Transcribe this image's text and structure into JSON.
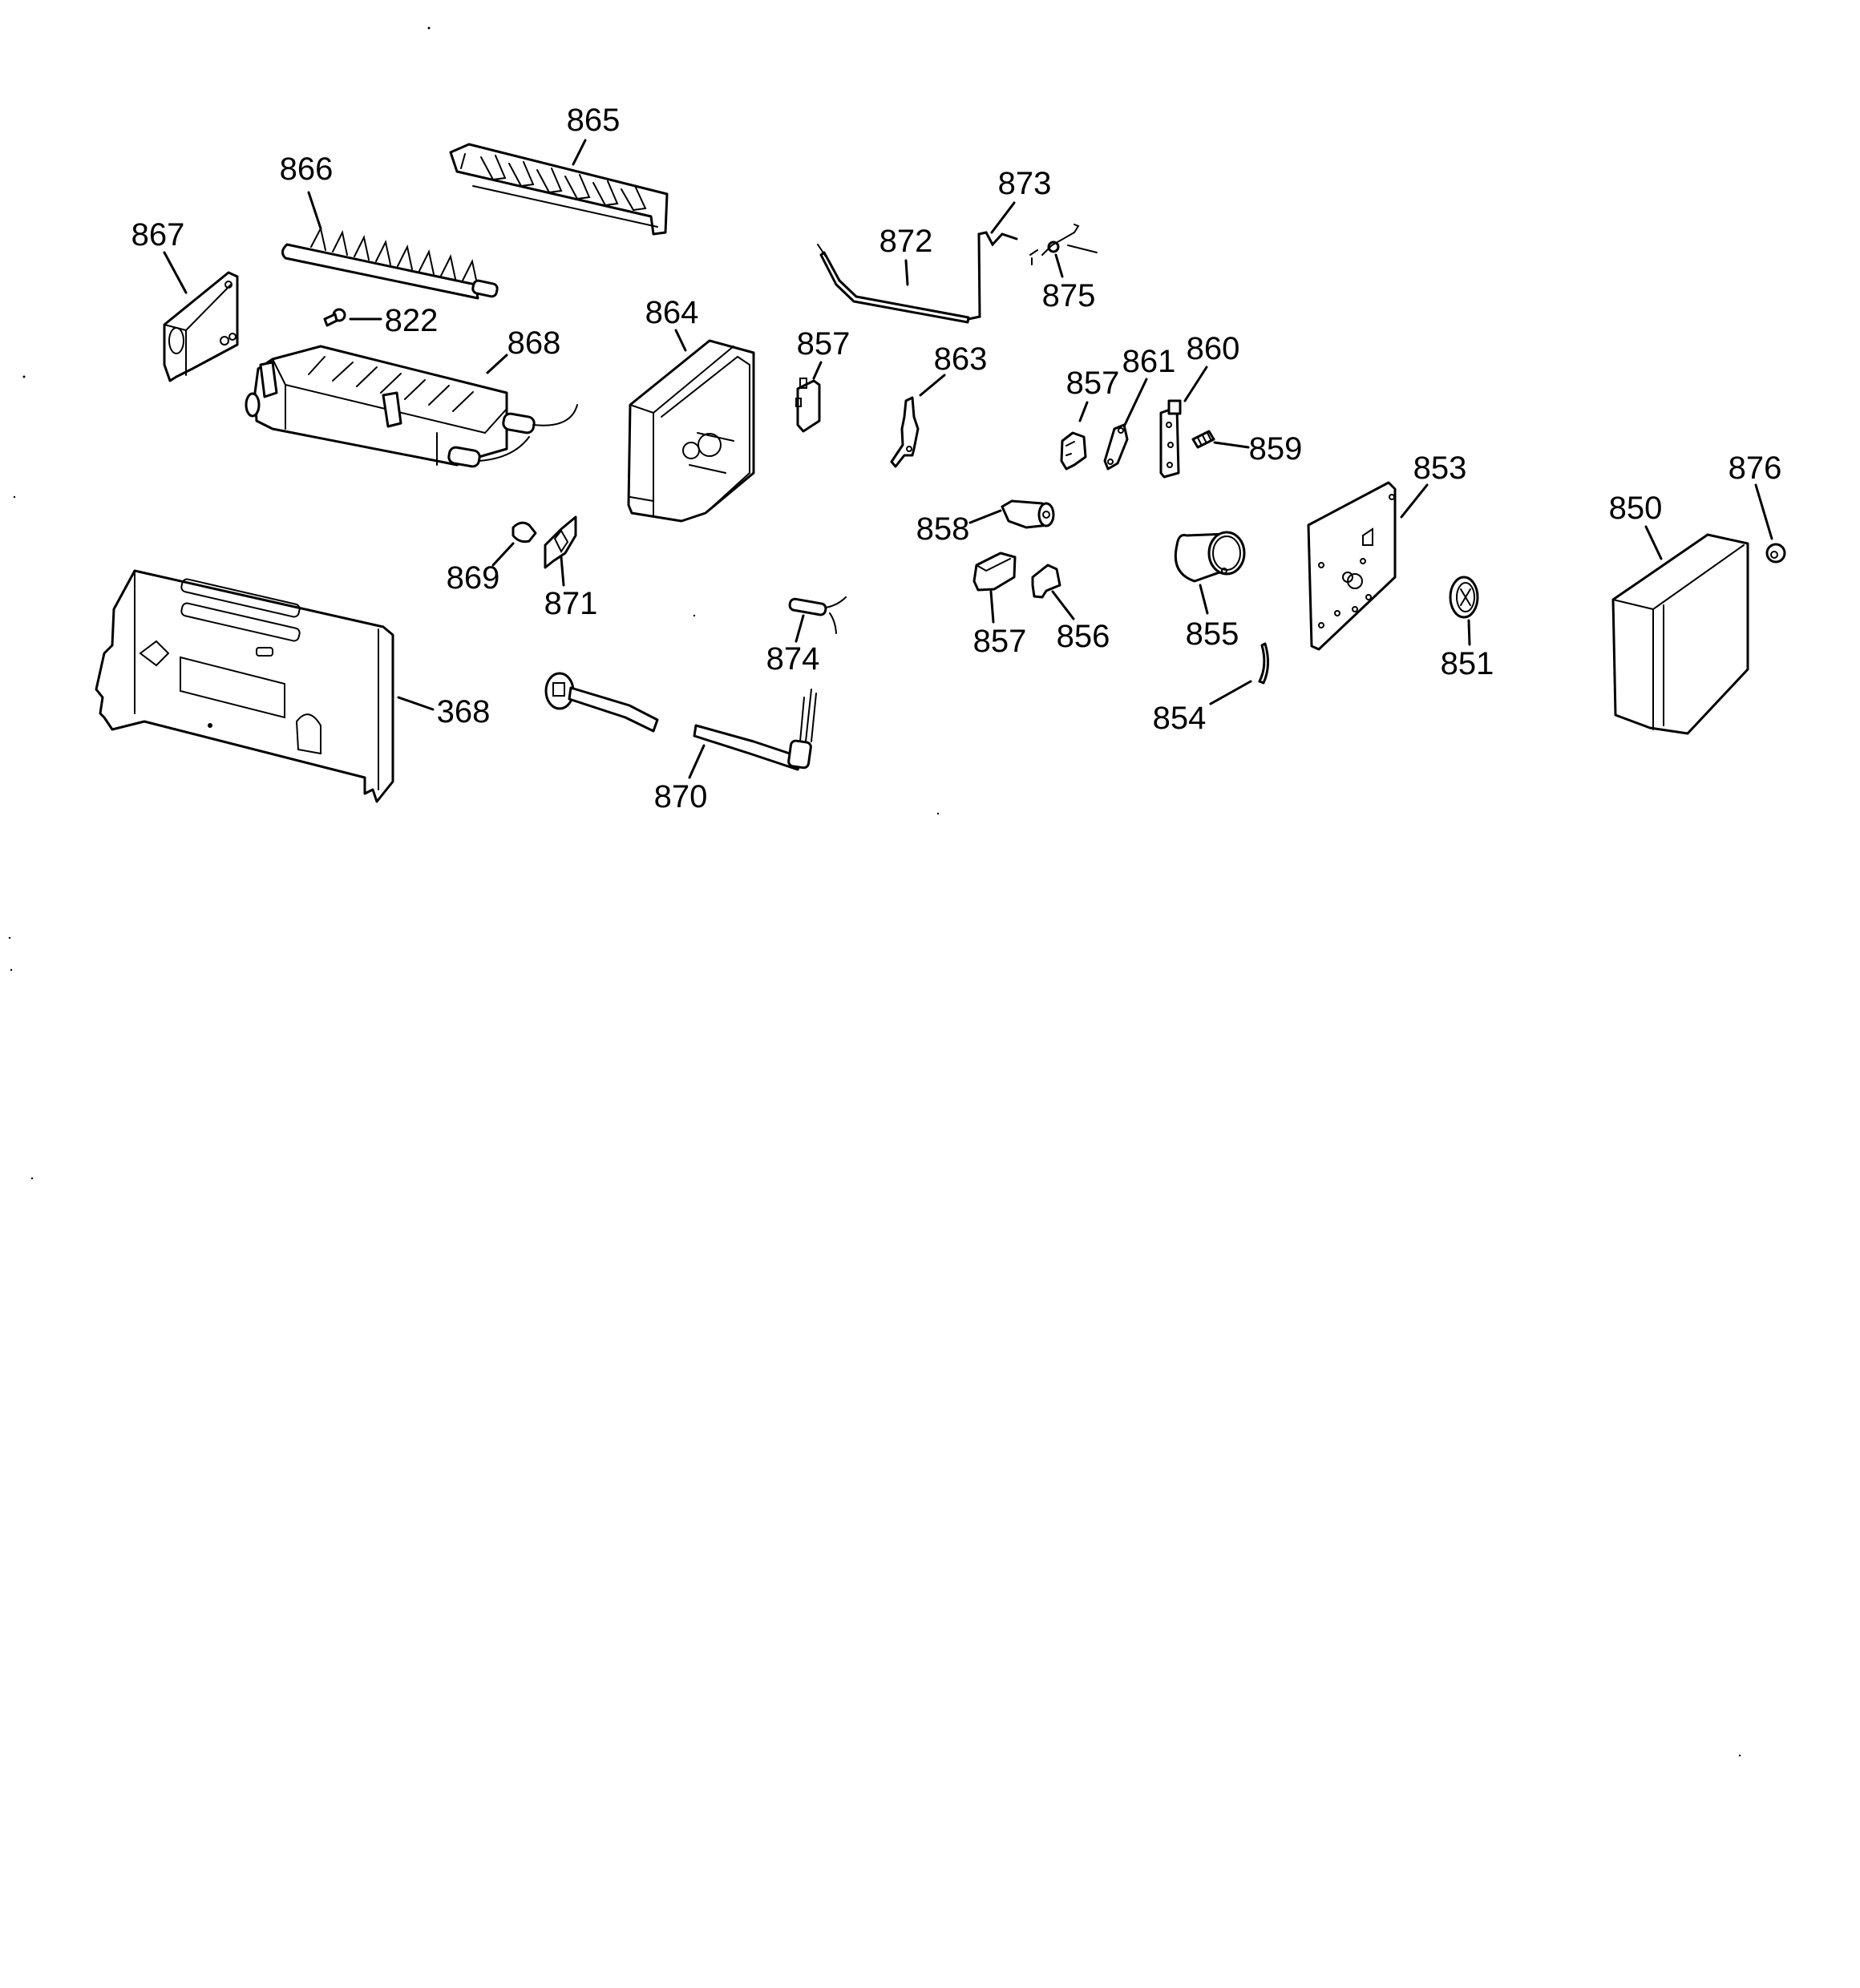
{
  "diagram": {
    "type": "exploded parts diagram",
    "subject": "ice maker assembly",
    "callouts": {
      "p865": "865",
      "p866": "866",
      "p867": "867",
      "p822": "822",
      "p868": "868",
      "p864": "864",
      "p857a": "857",
      "p872": "872",
      "p873": "873",
      "p875": "875",
      "p863": "863",
      "p857b": "857",
      "p861": "861",
      "p860": "860",
      "p859": "859",
      "p858": "858",
      "p857c": "857",
      "p856": "856",
      "p855": "855",
      "p853": "853",
      "p854": "854",
      "p851": "851",
      "p850": "850",
      "p876": "876",
      "p869": "869",
      "p871": "871",
      "p368": "368",
      "p874": "874",
      "p870": "870"
    },
    "colors": {
      "line": "#000000",
      "background": "#ffffff"
    }
  }
}
